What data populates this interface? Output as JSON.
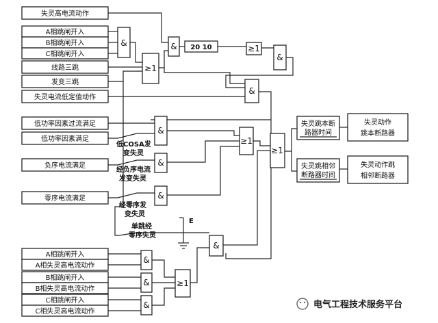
{
  "inputs": {
    "loss_high_current": "失灵高电流动作",
    "a_trip": "A相跳闸开入",
    "b_trip": "B相跳闸开入",
    "c_trip": "C相跳闸开入",
    "line_three_trip": "线路三跳",
    "transformer_three_trip": "发变三跳",
    "loss_low_current": "失灵电流低定值动作",
    "low_pf_overcurrent": "低功率因素过流满足",
    "low_pf": "低功率因素满足",
    "neg_seq": "负序电流满足",
    "zero_seq": "零序电流满足",
    "a_trip_2": "A相跳闸开入",
    "a_loss_high": "A相失灵高电流动作",
    "b_trip_2": "B相跳闸开入",
    "b_loss_high": "B相失灵高电流动作",
    "c_trip_2": "C相跳闸开入",
    "c_loss_high": "C相失灵高电流动作"
  },
  "switch_labels": {
    "low_cosa_1": "低COSA发",
    "low_cosa_2": "变失灵",
    "neg_seq_1": "经负序电流",
    "neg_seq_2": "发变失灵",
    "zero_seq_1": "经零序发",
    "zero_seq_2": "变失灵",
    "single_trip_1": "单跳经",
    "single_trip_2": "零序失灵"
  },
  "ground_label": "E",
  "timer": {
    "value": "20  10"
  },
  "gates": {
    "and": "&",
    "or": "≥1"
  },
  "timers_out": {
    "local_1": "失灵跳本断",
    "local_2": "路器时间",
    "adjacent_1": "失灵跳相邻",
    "adjacent_2": "断路器时间"
  },
  "outputs": {
    "local_1": "失灵动作",
    "local_2": "跳本断路器",
    "adjacent_1": "失灵动作跳",
    "adjacent_2": "相邻断路器"
  },
  "watermark": "电气工程技术服务平台"
}
